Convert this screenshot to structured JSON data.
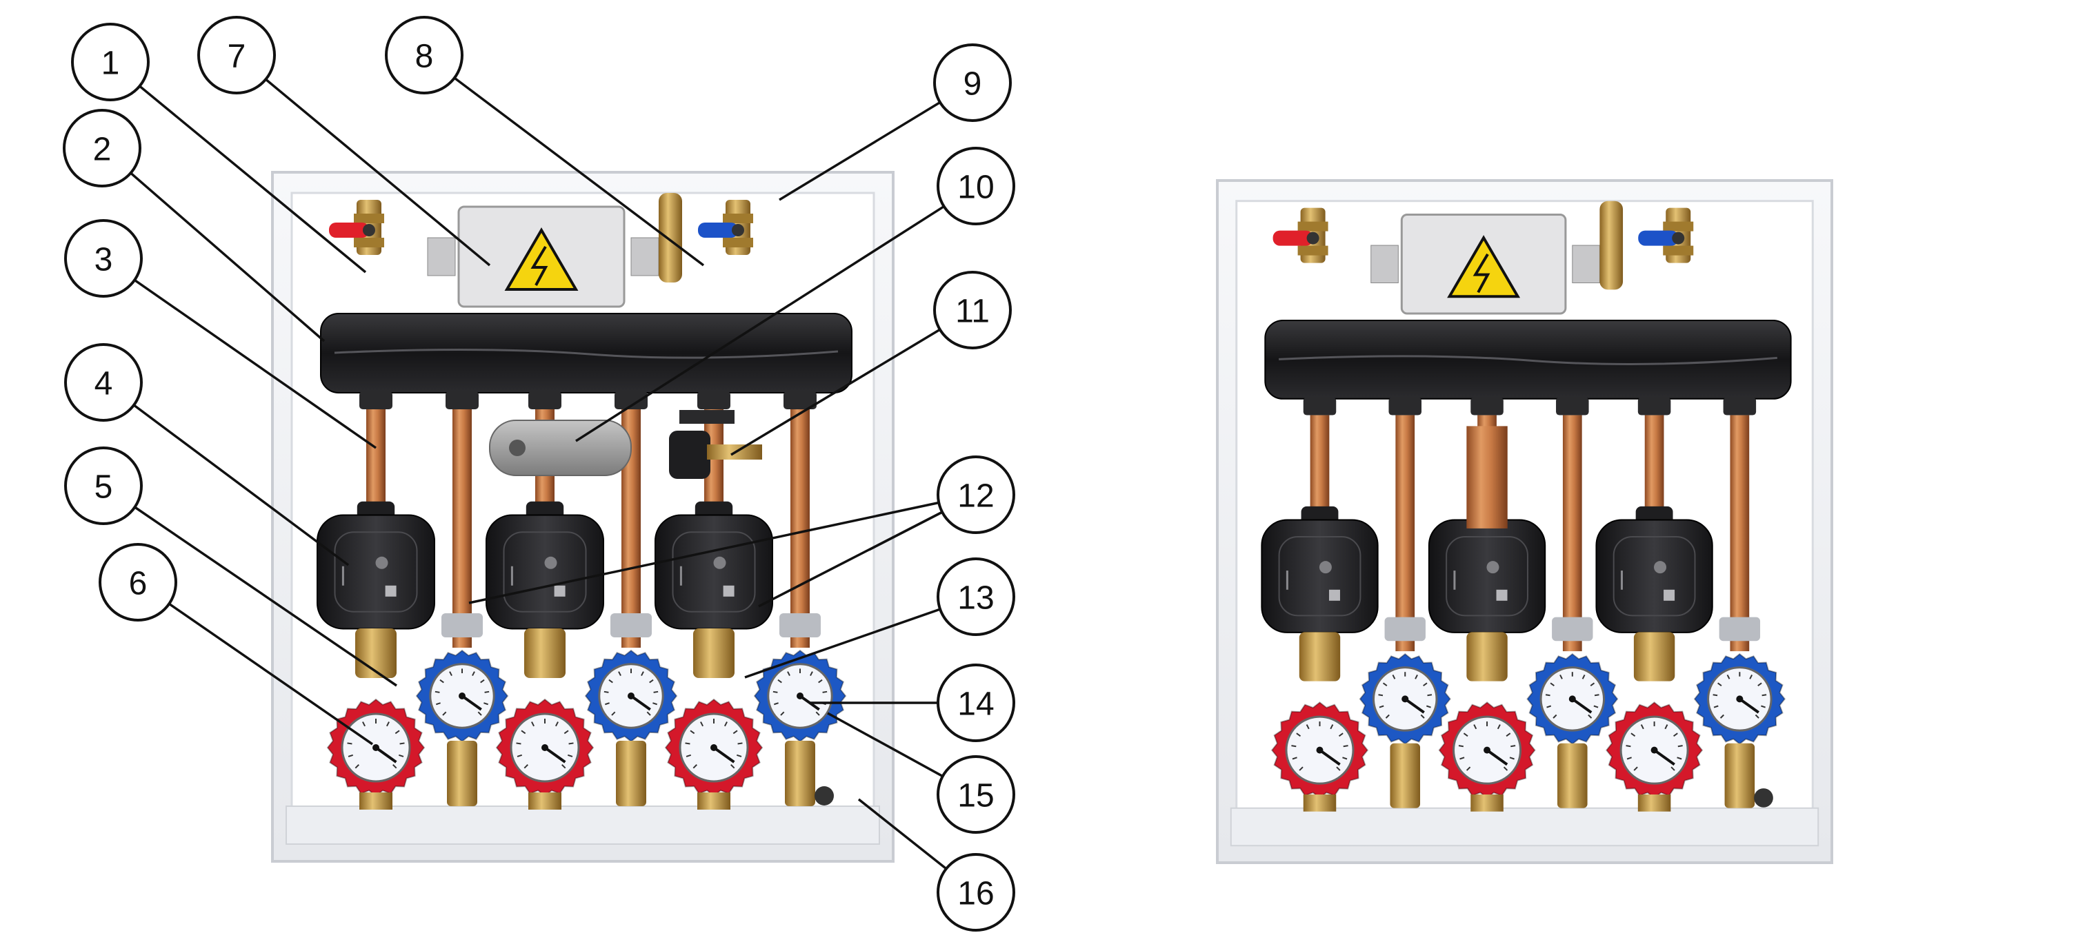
{
  "callouts": [
    "1",
    "2",
    "3",
    "4",
    "5",
    "6",
    "7",
    "8",
    "9",
    "10",
    "11",
    "12",
    "13",
    "14",
    "15",
    "16"
  ],
  "icons": {
    "warning": "high-voltage-warning-icon",
    "valve_supply": "red-ball-valve-icon",
    "valve_return": "blue-ball-valve-icon"
  },
  "colors": {
    "cabinet": "#f2f3f5",
    "manifold": "#1b1b1d",
    "copper": "#c87a45",
    "brass": "#c9a04a",
    "pump": "#262628",
    "hot_gauge": "#d4182a",
    "cold_gauge": "#1d58c4",
    "warning_yellow": "#f5d40f",
    "actuator": "#9a9a9a"
  }
}
